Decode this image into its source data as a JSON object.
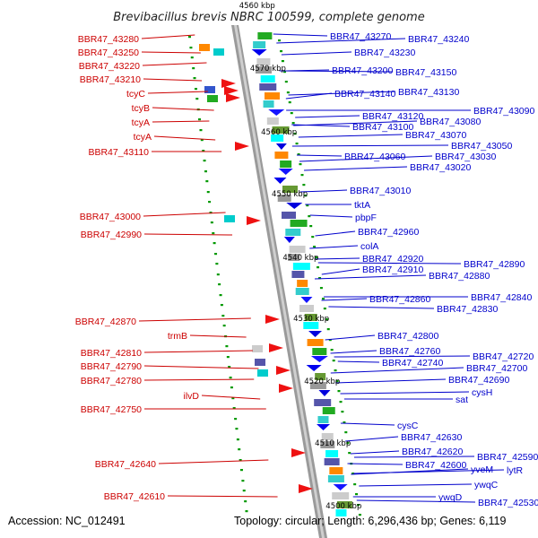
{
  "title": "Brevibacillus brevis NBRC 100599, complete genome",
  "footer": {
    "accession": "Accession: NC_012491",
    "topology": "Topology: circular; Length: 6,296,436 bp; Genes: 6,119"
  },
  "colors": {
    "reverse_strand_label": "#cc0000",
    "forward_strand_label": "#0000cc",
    "reverse_gene": "#ee1111",
    "forward_gene": "#1111ee",
    "backbone": "#9a9a9a",
    "tick": "#009900"
  },
  "kbp_labels": [
    "4560 kbp",
    "4570 kbp",
    "4560 kbp",
    "4550 kbp",
    "4540 kbp",
    "4530 kbp",
    "4520 kbp",
    "4510 kbp",
    "4500 kbp"
  ],
  "left_labels": [
    "BBR47_43280",
    "BBR47_43250",
    "BBR47_43220",
    "BBR47_43210",
    "tcyC",
    "tcyB",
    "tcyA",
    "tcyA",
    "BBR47_43110",
    "BBR47_43000",
    "BBR47_42990",
    "BBR47_42870",
    "trmB",
    "BBR47_42810",
    "BBR47_42790",
    "BBR47_42780",
    "ilvD",
    "BBR47_42750",
    "BBR47_42640",
    "BBR47_42610"
  ],
  "right_labels": [
    "BBR47_43270",
    "BBR47_43240",
    "BBR47_43230",
    "BBR47_43200",
    "BBR47_43150",
    "BBR47_43140",
    "BBR47_43130",
    "BBR47_43120",
    "BBR47_43090",
    "BBR47_43100",
    "BBR47_43080",
    "BBR47_43070",
    "BBR47_43050",
    "BBR47_43060",
    "BBR47_43030",
    "BBR47_43020",
    "BBR47_43010",
    "tktA",
    "pbpF",
    "BBR47_42960",
    "colA",
    "BBR47_42920",
    "BBR47_42890",
    "BBR47_42910",
    "BBR47_42880",
    "BBR47_42860",
    "BBR47_42840",
    "BBR47_42830",
    "BBR47_42800",
    "BBR47_42760",
    "BBR47_42720",
    "BBR47_42740",
    "BBR47_42700",
    "BBR47_42690",
    "cysH",
    "sat",
    "cysC",
    "BBR47_42630",
    "BBR47_42620",
    "BBR47_42590",
    "BBR47_42600",
    "yveM",
    "lytR",
    "ywqC",
    "ywqD",
    "BBR47_42530"
  ]
}
